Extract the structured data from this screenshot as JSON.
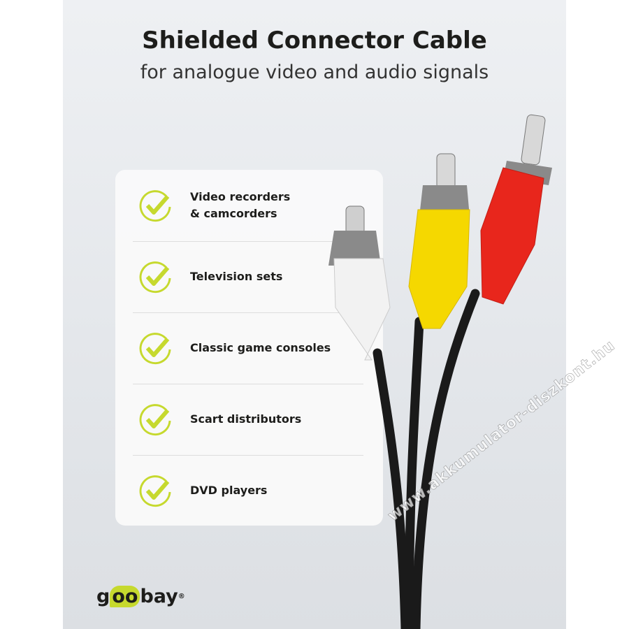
{
  "header": {
    "title": "Shielded Connector Cable",
    "subtitle": "for analogue video and audio signals"
  },
  "features": [
    {
      "label": "Video recorders\n& camcorders",
      "icon": "check-circle-icon"
    },
    {
      "label": "Television sets",
      "icon": "check-circle-icon"
    },
    {
      "label": "Classic game consoles",
      "icon": "check-circle-icon"
    },
    {
      "label": "Scart distributors",
      "icon": "check-circle-icon"
    },
    {
      "label": "DVD players",
      "icon": "check-circle-icon"
    }
  ],
  "brand": {
    "logo_text": "goobay",
    "accent": "#c6d92e"
  },
  "watermark": "www.akkumulator-diszkont.hu",
  "colors": {
    "plug_white": "#f2f2f2",
    "plug_yellow": "#f5d800",
    "plug_red": "#e8261c",
    "cable": "#1a1a1a"
  }
}
